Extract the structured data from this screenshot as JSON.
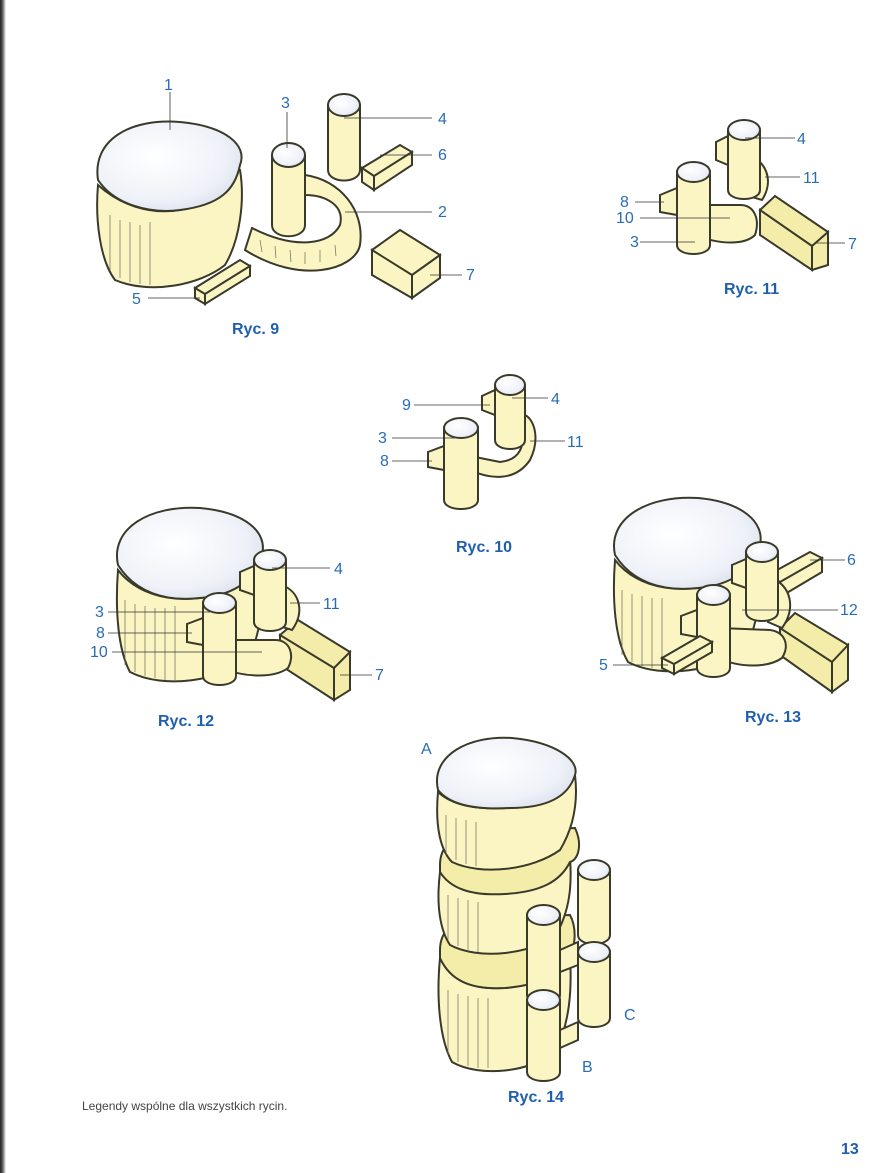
{
  "labels": {
    "n1": "1",
    "n2": "2",
    "n3": "3",
    "n4": "4",
    "n5": "5",
    "n6": "6",
    "n7": "7",
    "n8": "8",
    "n9": "9",
    "n10": "10",
    "n11": "11",
    "n12": "12",
    "A": "A",
    "B": "B",
    "C": "C"
  },
  "captions": {
    "fig9": "Ryc. 9",
    "fig10": "Ryc. 10",
    "fig11": "Ryc. 11",
    "fig12": "Ryc. 12",
    "fig13": "Ryc. 13",
    "fig14": "Ryc. 14"
  },
  "footer": {
    "note": "Legendy wspólne dla wszystkich rycin.",
    "page_number": "13"
  },
  "colors": {
    "bone": "#fbf5c4",
    "caption": "#1f5fae",
    "label": "#2a6db5"
  }
}
